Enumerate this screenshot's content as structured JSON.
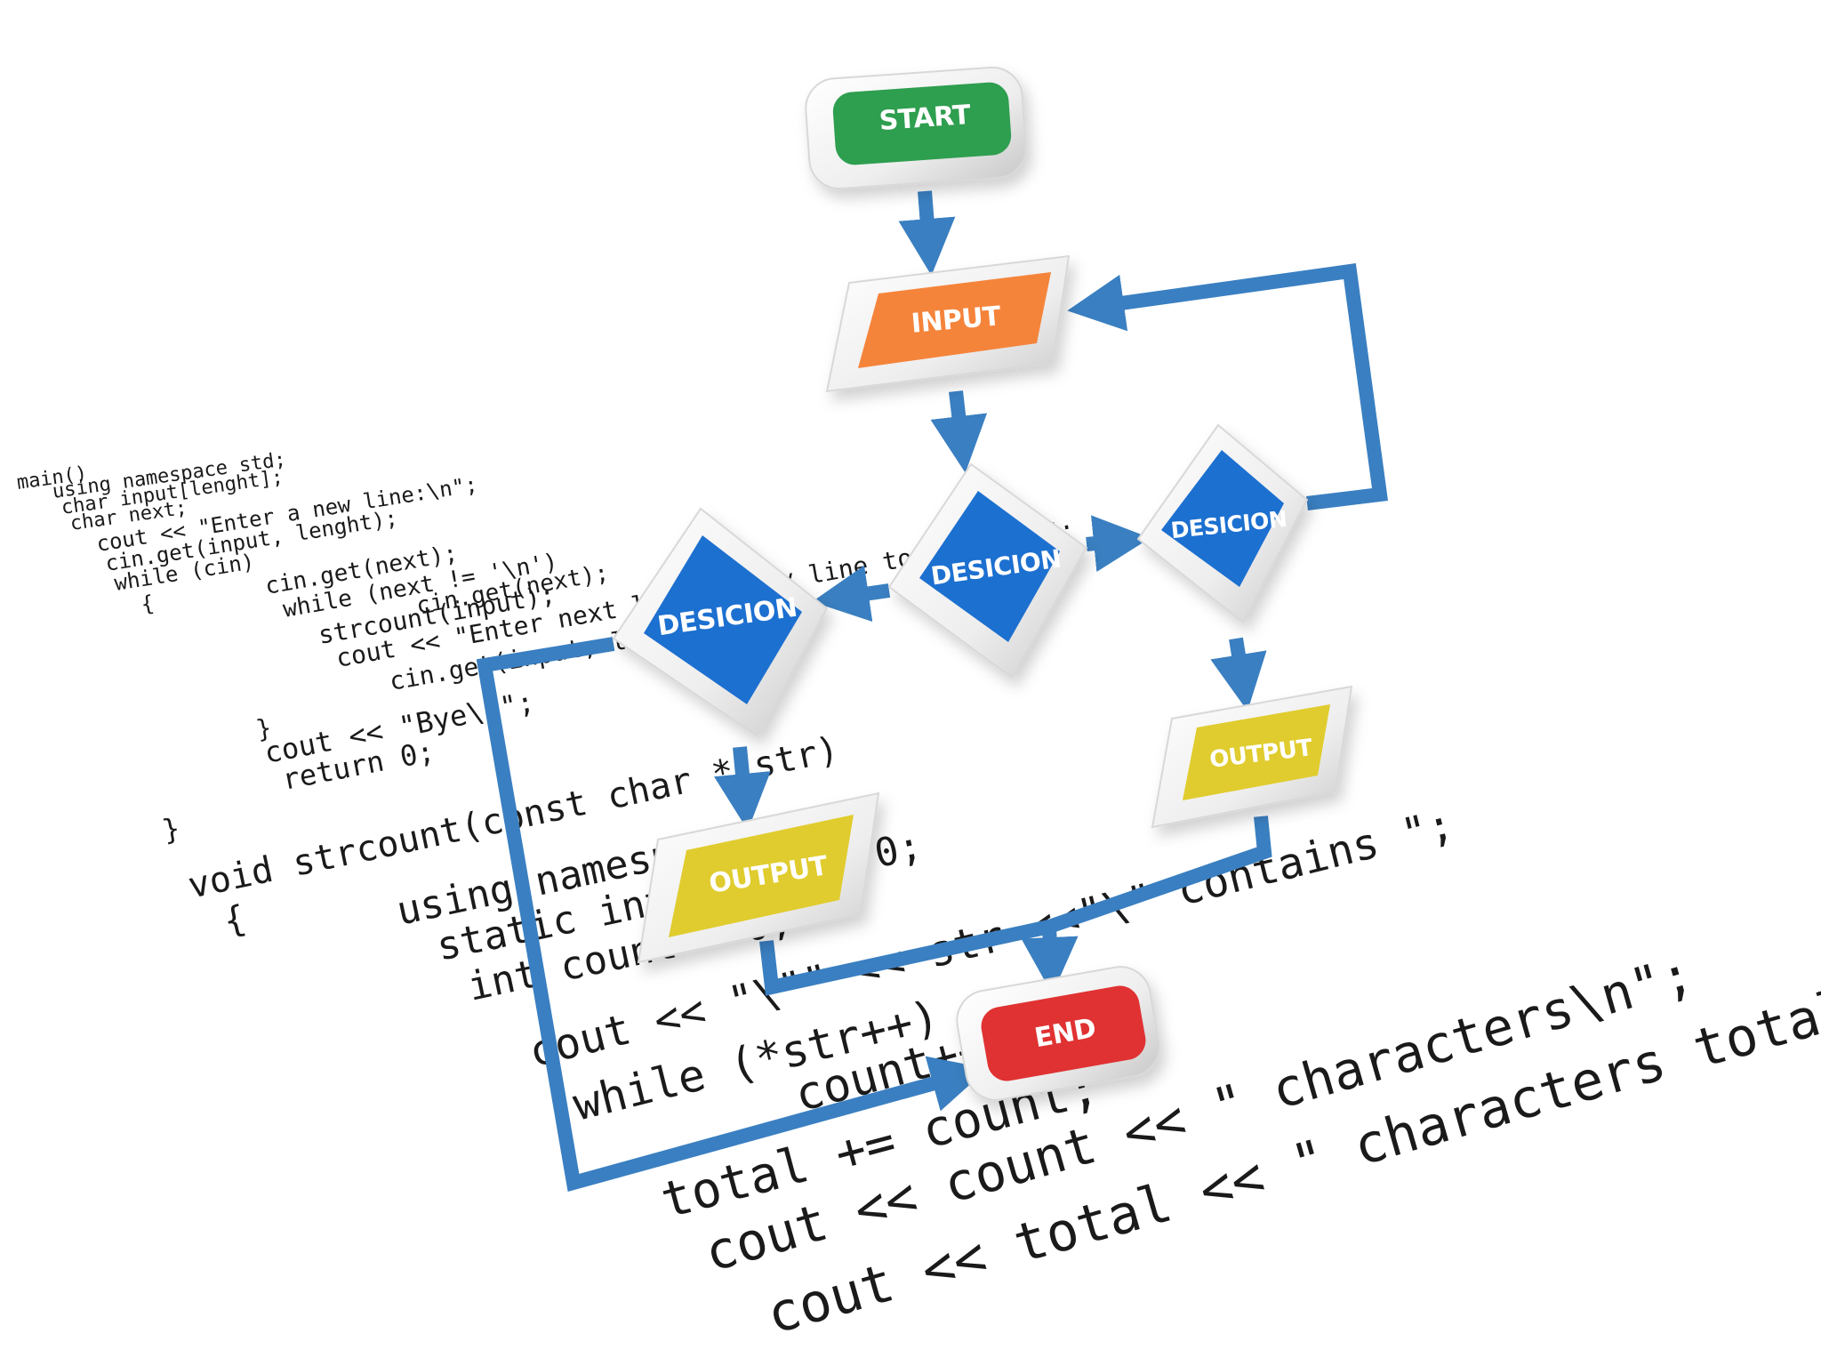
{
  "code": {
    "lines": [
      "main()",
      "using namespace std;",
      "char input[lenght];",
      "char next;",
      "cout << \"Enter a new line:\\n\";",
      "cin.get(input, lenght);",
      "while (cin)",
      "{",
      "cin.get(next);",
      "while (next != '\\n')",
      "cin.get(next);",
      "strcount(input);",
      "cout << \"Enter next line (empty line to quit):\\n\";",
      "cin.get(input, lenght);",
      "}",
      "cout << \"Bye\\n\";",
      "return 0;",
      "}",
      "void strcount(const char * str)",
      "{",
      "using namespace std;",
      "static int total = 0;",
      "int count = 0;",
      "cout << \"\\\"\" << str <<\"\\\" contains \";",
      "while (*str++)",
      "count++;",
      "total += count;",
      "cout << count << \" characters\\n\";",
      "cout << total << \" characters total\\n\";"
    ]
  },
  "flowchart": {
    "nodes": {
      "start": {
        "label": "START",
        "color": "#2e9e4f"
      },
      "input": {
        "label": "INPUT",
        "color": "#f5843a"
      },
      "decision_left": {
        "label": "DESICION",
        "color": "#1f6fd0"
      },
      "decision_center": {
        "label": "DESICION",
        "color": "#1f6fd0"
      },
      "decision_right": {
        "label": "DESICION",
        "color": "#1f6fd0"
      },
      "output_left": {
        "label": "OUTPUT",
        "color": "#e0cc2e"
      },
      "output_right": {
        "label": "OUTPUT",
        "color": "#e0cc2e"
      },
      "end": {
        "label": "END",
        "color": "#e03030"
      }
    },
    "connector_color": "#3a7fc1",
    "frame_color": "#f2f2f2"
  }
}
